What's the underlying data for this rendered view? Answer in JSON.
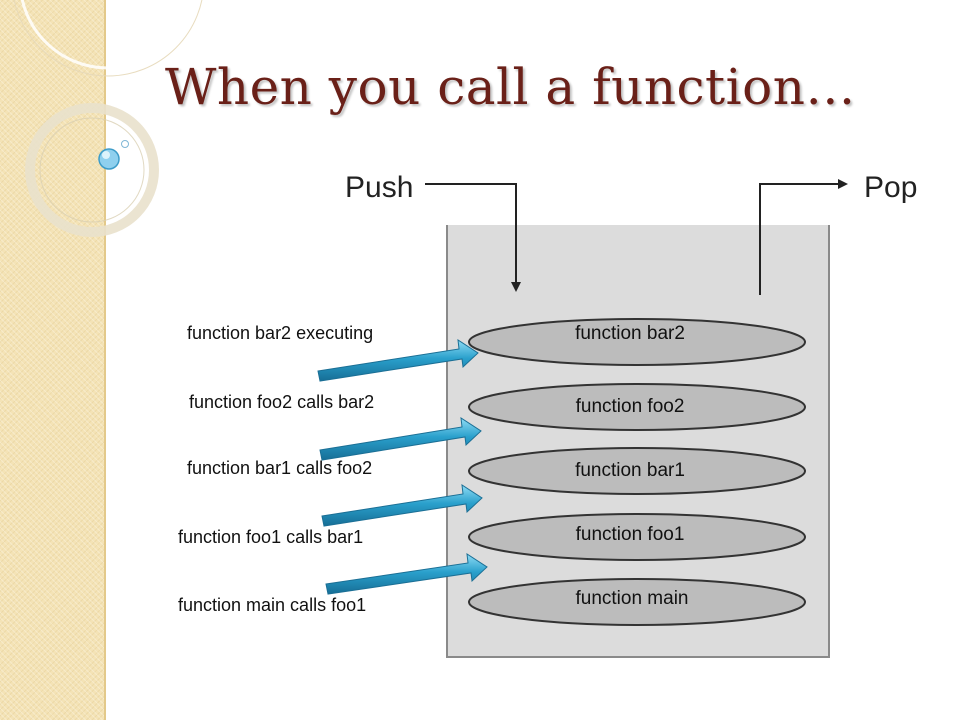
{
  "slide": {
    "title": "When you call a function…"
  },
  "diagram": {
    "push_label": "Push",
    "pop_label": "Pop",
    "stack_frames": [
      "function bar2",
      "function foo2",
      "function bar1",
      "function foo1",
      "function main"
    ],
    "call_labels": [
      "function bar2 executing",
      "function foo2 calls bar2",
      "function bar1 calls foo2",
      "function foo1 calls bar1",
      "function main calls foo1"
    ]
  },
  "colors": {
    "title": "#6a2018",
    "side_panel": "#f4e3b6",
    "stack_container": "#dcdcdc",
    "stack_frame_fill": "#bcbcbc",
    "arrow_blue": "#2a9cc6"
  }
}
